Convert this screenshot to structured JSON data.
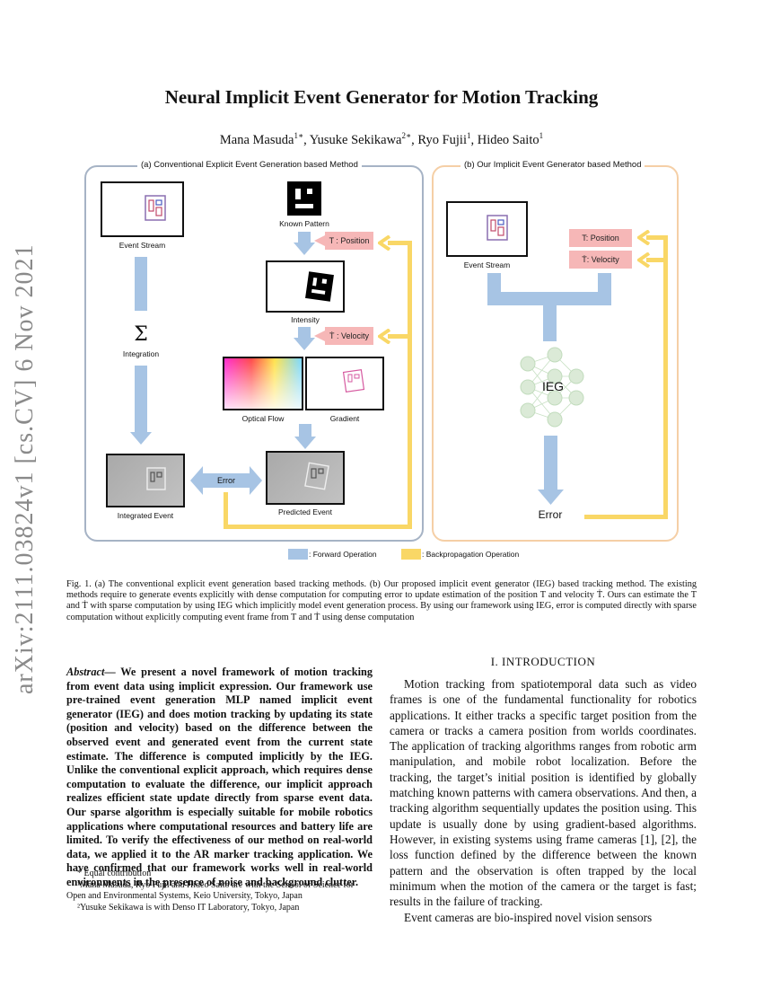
{
  "stamp": "arXiv:2111.03824v1  [cs.CV]  6 Nov 2021",
  "paper": {
    "title": "Neural Implicit Event Generator for Motion Tracking",
    "authors": [
      {
        "name": "Mana Masuda",
        "mark": "1∗"
      },
      {
        "name": "Yusuke Sekikawa",
        "mark": "2∗"
      },
      {
        "name": "Ryo Fujii",
        "mark": "1"
      },
      {
        "name": "Hideo Saito",
        "mark": "1"
      }
    ]
  },
  "figure": {
    "panel_a": {
      "title": "(a) Conventional Explicit Event Generation based Method",
      "event_stream": "Event Stream",
      "known_pattern": "Known Pattern",
      "position": "T : Position",
      "intensity": "Intensity",
      "velocity": "Ṫ : Velocity",
      "sigma": "Σ",
      "integration": "Integration",
      "optical_flow": "Optical Flow",
      "gradient": "Gradient",
      "error": "Error",
      "integrated_event": "Integrated Event",
      "predicted_event": "Predicted Event"
    },
    "panel_b": {
      "title": "(b) Our Implicit Event Generator based Method",
      "event_stream": "Event Stream",
      "position": "T: Position",
      "velocity": "Ṫ: Velocity",
      "ieg": "IEG",
      "error": "Error"
    },
    "legend": {
      "forward": ": Forward Operation",
      "backprop": ": Backpropagation Operation"
    },
    "colors": {
      "forward": "#a7c4e4",
      "backprop": "#f9d766",
      "param": "#f6b7b7"
    }
  },
  "caption": "Fig. 1.   (a) The conventional explicit event generation based tracking methods. (b) Our proposed implicit event generator (IEG) based tracking method. The existing methods require to generate events explicitly with dense computation for computing error to update estimation of the position T and velocity Ṫ. Ours can estimate the T and Ṫ with sparse computation by using IEG which implicitly model event generation process. By using our framework using IEG, error is computed directly with sparse computation without explicitly computing event frame from T and Ṫ using dense computation",
  "abstract": {
    "label": "Abstract",
    "text": "— We present a novel framework of motion tracking from event data using implicit expression. Our framework use pre-trained event generation MLP named implicit event generator (IEG) and does motion tracking by updating its state (position and velocity) based on the difference between the observed event and generated event from the current state estimate. The difference is computed implicitly by the IEG. Unlike the conventional explicit approach, which requires dense computation to evaluate the difference, our implicit approach realizes efficient state update directly from sparse event data. Our sparse algorithm is especially suitable for mobile robotics applications where computational resources and battery life are limited. To verify the effectiveness of our method on real-world data, we applied it to the AR marker tracking application. We have confirmed that our framework works well in real-world environments in the presence of noise and background clutter."
  },
  "footnotes": [
    "* Equal contribution",
    "¹Mana Masuda, Ryo Fujii and Hideo Saito are with the School of Science for Open and Environmental Systems, Keio University, Tokyo, Japan",
    "²Yusuke Sekikawa is with Denso IT Laboratory, Tokyo, Japan"
  ],
  "intro": {
    "heading": "I. INTRODUCTION",
    "paragraphs": [
      "Motion tracking from spatiotemporal data such as video frames is one of the fundamental functionality for robotics applications. It either tracks a specific target position from the camera or tracks a camera position from worlds coordinates. The application of tracking algorithms ranges from robotic arm manipulation, and mobile robot localization. Before the tracking, the target’s initial position is identified by globally matching known patterns with camera observations. And then, a tracking algorithm sequentially updates the position using. This update is usually done by using gradient-based algorithms. However, in existing systems using frame cameras [1], [2], the loss function defined by the difference between the known pattern and the observation is often trapped by the local minimum when the motion of the camera or the target is fast; results in the failure of tracking.",
      "Event cameras are bio-inspired novel vision sensors"
    ]
  }
}
